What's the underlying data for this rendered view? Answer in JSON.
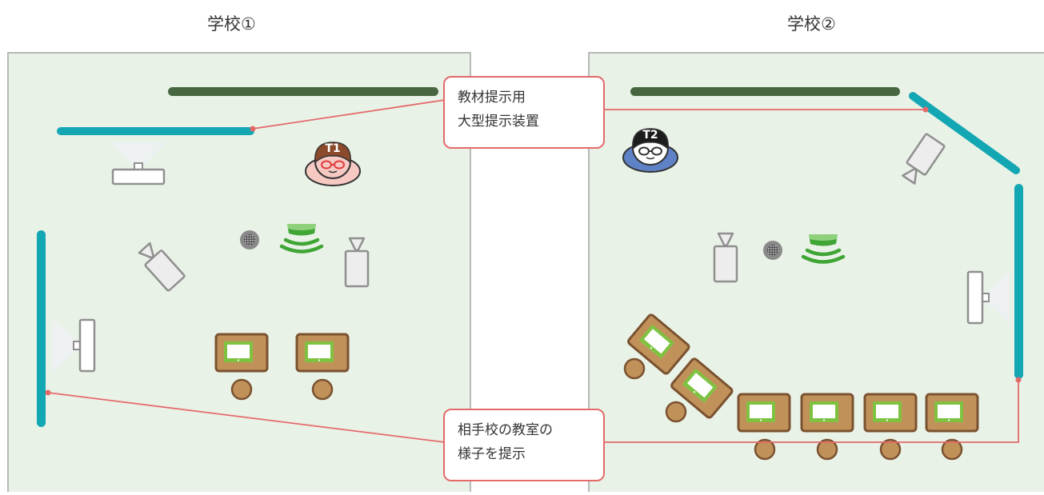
{
  "schools": [
    {
      "title": "学校①",
      "teacher_label": "T1"
    },
    {
      "title": "学校②",
      "teacher_label": "T2"
    }
  ],
  "callouts": {
    "display_device": {
      "line1": "教材提示用",
      "line2": "大型提示装置"
    },
    "remote_view": {
      "line1": "相手校の教室の",
      "line2": "様子を提示"
    }
  },
  "colors": {
    "classroom_bg": "#e9f2e7",
    "classroom_border": "#b9b9b9",
    "blackboard": "#46673f",
    "screen": "#13a6b3",
    "leader_line": "#e46a6a",
    "desk": "#c1915a",
    "desk_border": "#7a5230",
    "tablet": "#7fc241",
    "microphone": "#3fa535",
    "device_gray": "#9a9a9a",
    "teacher1_face": "#f6c9c3",
    "teacher1_hair": "#8b4a2b",
    "teacher2_face": "#5f82c7",
    "teacher2_hair": "#1c1c1c"
  },
  "icons": [
    "projector-icon",
    "camera-icon",
    "speaker-icon",
    "microphone-icon",
    "tablet-icon",
    "chair-icon",
    "teacher-icon"
  ]
}
